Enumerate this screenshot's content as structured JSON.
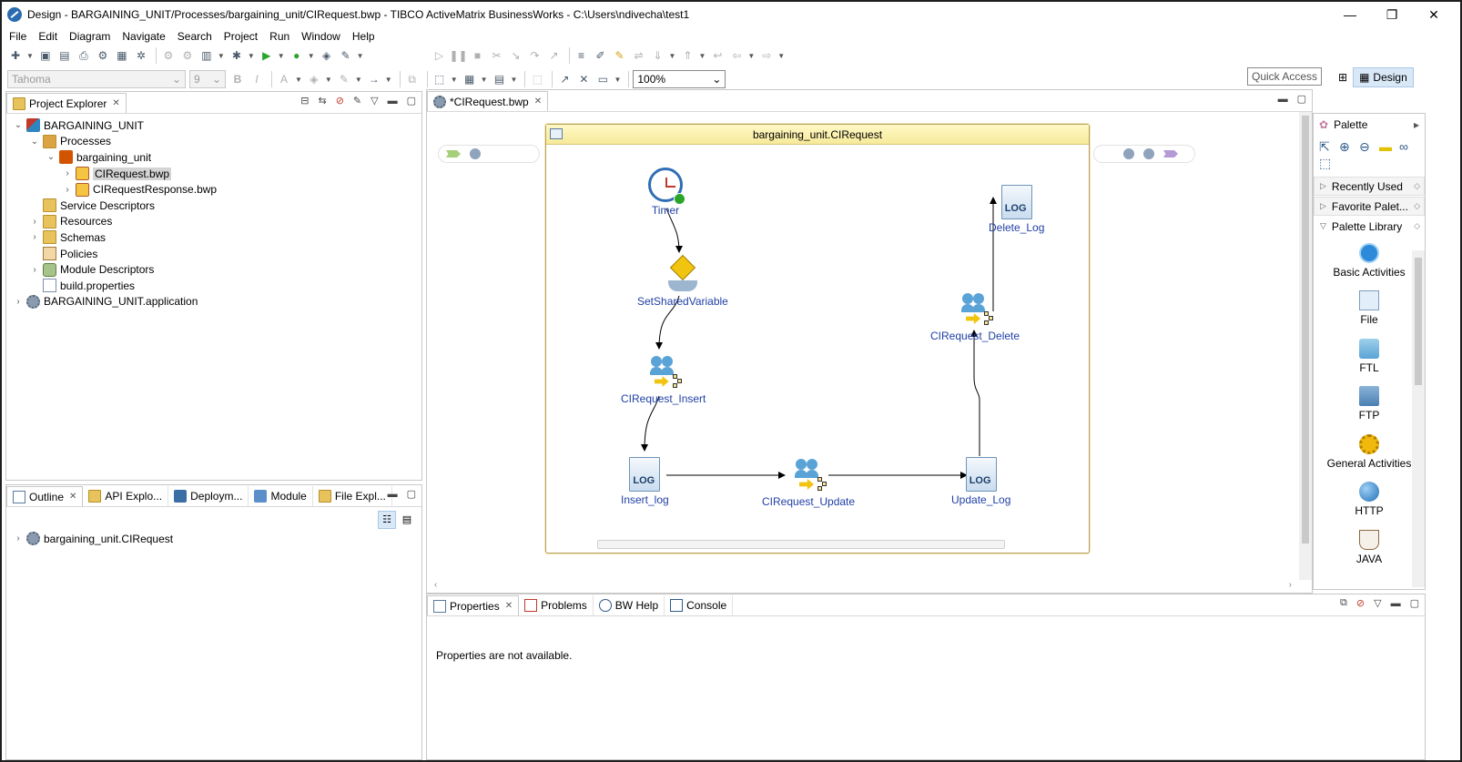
{
  "window": {
    "title": "Design - BARGAINING_UNIT/Processes/bargaining_unit/CIRequest.bwp - TIBCO ActiveMatrix BusinessWorks - C:\\Users\\ndivecha\\test1",
    "controls": [
      "—",
      "❐",
      "✕"
    ]
  },
  "menu": [
    "File",
    "Edit",
    "Diagram",
    "Navigate",
    "Search",
    "Project",
    "Run",
    "Window",
    "Help"
  ],
  "toolbar": {
    "font_name": "Tahoma",
    "font_size": "9",
    "zoom": "100%",
    "quick_access": "Quick Access",
    "perspective": "Design"
  },
  "project_explorer": {
    "tab_label": "Project Explorer",
    "tree": [
      {
        "label": "BARGAINING_UNIT",
        "level": 0,
        "expanded": true,
        "icon": "project-icon"
      },
      {
        "label": "Processes",
        "level": 1,
        "expanded": true,
        "icon": "processes-folder-icon"
      },
      {
        "label": "bargaining_unit",
        "level": 2,
        "expanded": true,
        "icon": "package-icon"
      },
      {
        "label": "CIRequest.bwp",
        "level": 3,
        "expanded": false,
        "icon": "process-file-icon",
        "selected": true
      },
      {
        "label": "CIRequestResponse.bwp",
        "level": 3,
        "expanded": false,
        "icon": "process-file-icon"
      },
      {
        "label": "Service Descriptors",
        "level": 1,
        "expanded": null,
        "icon": "folder-icon"
      },
      {
        "label": "Resources",
        "level": 1,
        "expanded": false,
        "icon": "resources-folder-icon"
      },
      {
        "label": "Schemas",
        "level": 1,
        "expanded": false,
        "icon": "schemas-folder-icon"
      },
      {
        "label": "Policies",
        "level": 1,
        "expanded": null,
        "icon": "policy-icon"
      },
      {
        "label": "Module Descriptors",
        "level": 1,
        "expanded": false,
        "icon": "module-descriptors-icon"
      },
      {
        "label": "build.properties",
        "level": 1,
        "expanded": null,
        "icon": "file-icon"
      },
      {
        "label": "BARGAINING_UNIT.application",
        "level": 0,
        "expanded": false,
        "icon": "application-icon"
      }
    ]
  },
  "outline": {
    "tabs": [
      "Outline",
      "API Explo...",
      "Deploym...",
      "Module",
      "File Expl..."
    ],
    "tree": [
      {
        "label": "bargaining_unit.CIRequest",
        "expanded": false
      }
    ]
  },
  "editor": {
    "tab_label": "*CIRequest.bwp",
    "process_title": "bargaining_unit.CIRequest",
    "activities": {
      "timer": "Timer",
      "set_shared": "SetSharedVariable",
      "insert": "CIRequest_Insert",
      "insert_log": "Insert_log",
      "update": "CIRequest_Update",
      "update_log": "Update_Log",
      "delete": "CIRequest_Delete",
      "delete_log": "Delete_Log"
    },
    "log_badge": "LOG"
  },
  "palette": {
    "title": "Palette",
    "drawers": [
      "Recently Used",
      "Favorite Palet...",
      "Palette Library"
    ],
    "items": [
      "Basic Activities",
      "File",
      "FTL",
      "FTP",
      "General Activities",
      "HTTP",
      "JAVA"
    ]
  },
  "properties": {
    "tabs": [
      "Properties",
      "Problems",
      "BW Help",
      "Console"
    ],
    "message": "Properties are not available."
  }
}
